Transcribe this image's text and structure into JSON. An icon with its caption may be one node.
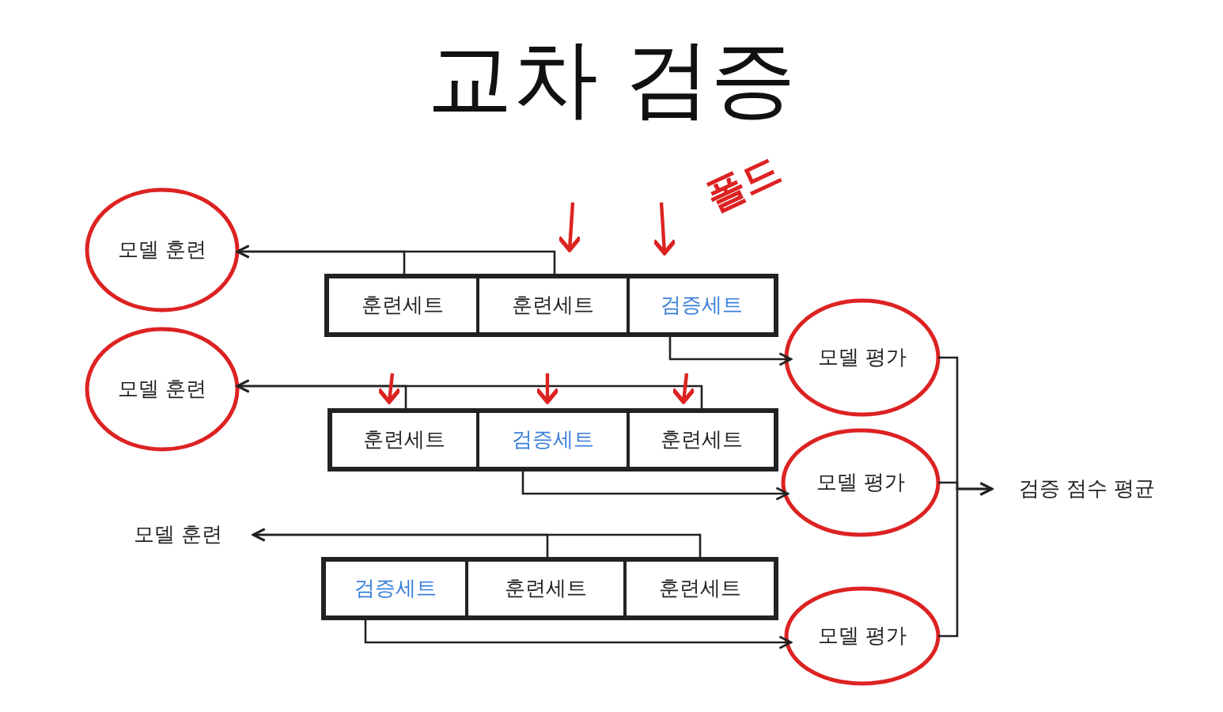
{
  "diagram": {
    "title": "교차 검증",
    "nodes": [
      {
        "text": [
          "모델 훈련"
        ]
      },
      {
        "text": [],
        "shape": "box"
      },
      {
        "text": [
          "훈련세트"
        ],
        "in": 1
      },
      {
        "text": [
          "훈련세트"
        ],
        "in": 1
      },
      {
        "text": [
          "검증세트"
        ],
        "in": 1
      },
      {
        "text": [
          "모델 평가"
        ]
      },
      {
        "text": [
          "모델 훈련"
        ]
      },
      {
        "text": [],
        "shape": "box"
      },
      {
        "text": [
          "훈련세트"
        ],
        "in": 7
      },
      {
        "text": [
          "검증세트"
        ],
        "in": 7
      },
      {
        "text": [
          "훈련세트"
        ],
        "in": 7
      },
      {
        "text": [
          "모델 평가"
        ]
      },
      {
        "text": [
          "모델 훈련"
        ]
      },
      {
        "text": [],
        "shape": "box"
      },
      {
        "text": [
          "검증세트"
        ],
        "in": 13
      },
      {
        "text": [
          "훈련세트"
        ],
        "in": 13
      },
      {
        "text": [
          "훈련세트"
        ],
        "in": 13
      },
      {
        "text": [
          "모델 평가"
        ]
      },
      {
        "text": [
          "검증 점수 평균"
        ]
      }
    ],
    "edges": [
      {
        "from": 2,
        "to": 0,
        "arrow": "to"
      },
      {
        "from": 3,
        "to": 0,
        "arrow": "to"
      },
      {
        "from": 4,
        "to": 5,
        "arrow": "to"
      },
      {
        "from": 8,
        "to": 6,
        "arrow": "to"
      },
      {
        "from": 10,
        "to": 6,
        "arrow": "to"
      },
      {
        "from": 9,
        "to": 11,
        "arrow": "to"
      },
      {
        "from": 15,
        "to": 12,
        "arrow": "to"
      },
      {
        "from": 16,
        "to": 12,
        "arrow": "to"
      },
      {
        "from": 14,
        "to": 17,
        "arrow": "to"
      },
      {
        "from": 5,
        "to": 18,
        "arrow": "to"
      },
      {
        "from": 11,
        "to": 18,
        "arrow": "to"
      },
      {
        "from": 17,
        "to": 18,
        "arrow": "to"
      }
    ],
    "labels": [
      "폴드"
    ]
  }
}
